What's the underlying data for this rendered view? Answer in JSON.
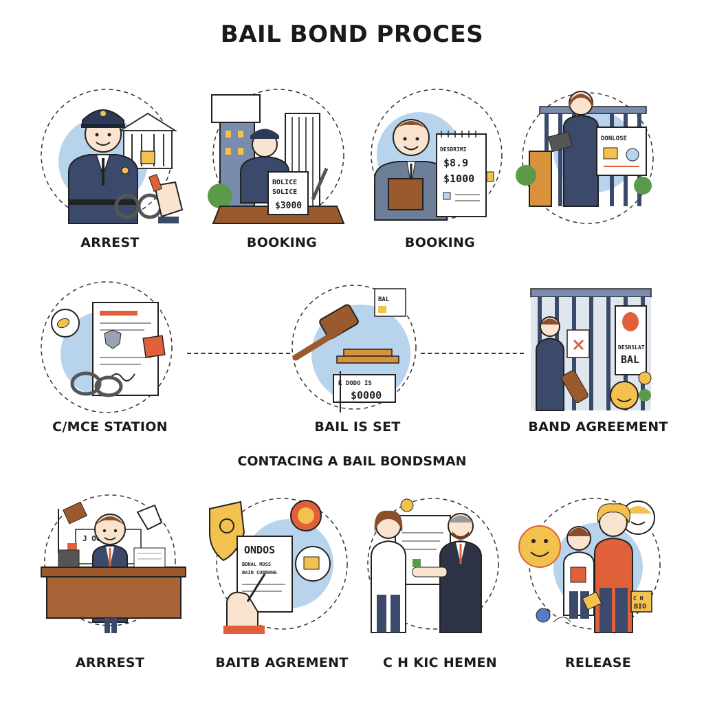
{
  "title": "BAIL BOND PROCES",
  "middle_caption": "CONTACING A BAIL BONDSMAN",
  "rows": [
    {
      "steps": [
        {
          "label": "ARREST",
          "icon": "police-officer-icon",
          "texts": []
        },
        {
          "label": "BOOKING",
          "icon": "booking-officer-icon",
          "texts": [
            "BOLICE",
            "SOLICE",
            "$3000"
          ]
        },
        {
          "label": "BOOKING",
          "icon": "bail-receipt-icon",
          "texts": [
            "DESDRIMI",
            "$8.9",
            "$1000"
          ]
        },
        {
          "label": "",
          "icon": "jail-visit-icon",
          "texts": [
            "DONLOSE"
          ]
        }
      ]
    },
    {
      "steps": [
        {
          "label": "C/MCE STATION",
          "icon": "police-report-icon",
          "texts": []
        },
        {
          "label": "BAIL IS SET",
          "icon": "gavel-icon",
          "texts": [
            "K DODO IS",
            "$0000",
            "BAL"
          ]
        },
        {
          "label": "BAND AGREEMENT",
          "icon": "jail-cell-icon",
          "texts": [
            "DESNSLAT",
            "BAL"
          ]
        }
      ]
    },
    {
      "steps": [
        {
          "label": "ARRREST",
          "icon": "bondsman-office-icon",
          "texts": [
            "J  OG"
          ]
        },
        {
          "label": "BAITB AGREMENT",
          "icon": "signing-agreement-icon",
          "texts": [
            "ONDOS",
            "BDNAL MOSS",
            "BAIN CUBBONG"
          ]
        },
        {
          "label": "C H KIC HEMEN",
          "icon": "handshake-icon",
          "texts": []
        },
        {
          "label": "RELEASE",
          "icon": "family-release-icon",
          "texts": [
            "C H",
            "BIO"
          ]
        }
      ]
    }
  ],
  "colors": {
    "navy": "#3b4a6b",
    "blue_circle": "#b8d4ec",
    "brown": "#9b5a2e",
    "orange": "#e0603a",
    "yellow": "#f2c14e",
    "green": "#5a9a4a"
  }
}
